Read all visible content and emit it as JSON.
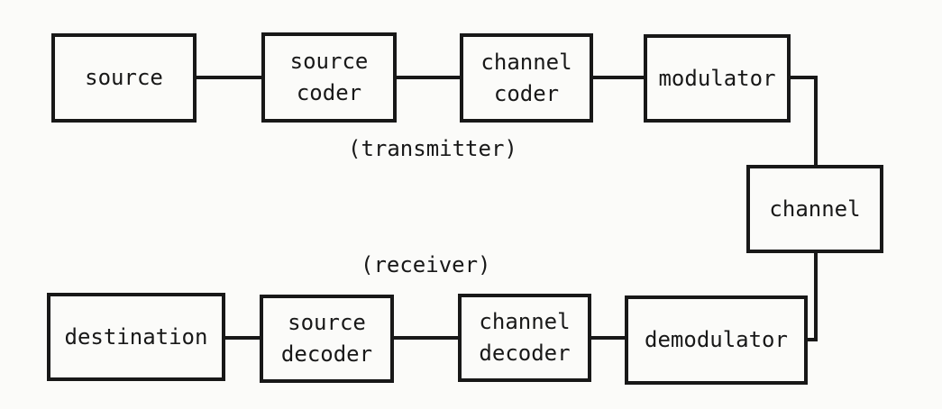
{
  "colors": {
    "ink": "#181818",
    "paper": "#fbfbf9"
  },
  "diagram": {
    "title_hint": "communication system block diagram",
    "group_labels": {
      "transmitter": "(transmitter)",
      "receiver": "(receiver)"
    },
    "boxes": {
      "source": {
        "label": "source"
      },
      "source_coder": {
        "label": "source\ncoder"
      },
      "channel_coder": {
        "label": "channel\ncoder"
      },
      "modulator": {
        "label": "modulator"
      },
      "channel": {
        "label": "channel"
      },
      "destination": {
        "label": "destination"
      },
      "source_decoder": {
        "label": "source\ndecoder"
      },
      "channel_decoder": {
        "label": "channel\ndecoder"
      },
      "demodulator": {
        "label": "demodulator"
      }
    },
    "edges": [
      {
        "from": "source",
        "to": "source_coder"
      },
      {
        "from": "source_coder",
        "to": "channel_coder"
      },
      {
        "from": "channel_coder",
        "to": "modulator"
      },
      {
        "from": "modulator",
        "to": "channel"
      },
      {
        "from": "channel",
        "to": "demodulator"
      },
      {
        "from": "demodulator",
        "to": "channel_decoder"
      },
      {
        "from": "channel_decoder",
        "to": "source_decoder"
      },
      {
        "from": "source_decoder",
        "to": "destination"
      }
    ]
  }
}
